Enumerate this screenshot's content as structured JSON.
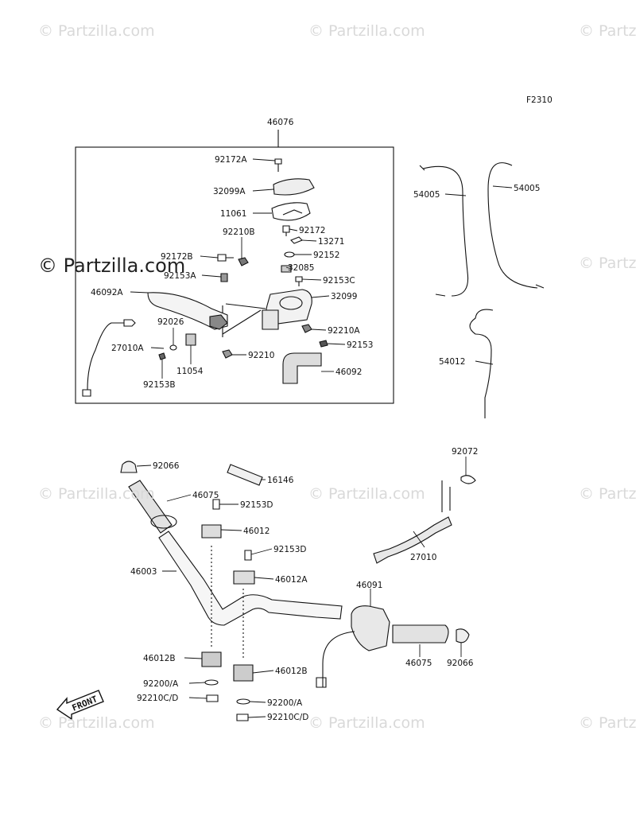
{
  "figure_code": "F2310",
  "watermark": "© Partzilla.com",
  "front_label": "FRONT",
  "labels": {
    "l46076": "46076",
    "l92172A": "92172A",
    "l32099A": "32099A",
    "l11061": "11061",
    "l92210B": "92210B",
    "l92172": "92172",
    "l13271": "13271",
    "l92172B": "92172B",
    "l92152": "92152",
    "l32085": "32085",
    "l92153A": "92153A",
    "l92153C": "92153C",
    "l46092A": "46092A",
    "l32099": "32099",
    "l92026": "92026",
    "l92210A": "92210A",
    "l27010A": "27010A",
    "l92153": "92153",
    "l92210": "92210",
    "l11054": "11054",
    "l46092": "46092",
    "l92153B": "92153B",
    "l54005a": "54005",
    "l54005b": "54005",
    "l54012": "54012",
    "l92066a": "92066",
    "l16146": "16146",
    "l92072": "92072",
    "l46075a": "46075",
    "l92153D1": "92153D",
    "l46012": "46012",
    "l92153D2": "92153D",
    "l27010": "27010",
    "l46003": "46003",
    "l46012A": "46012A",
    "l46091": "46091",
    "l46012Ba": "46012B",
    "l46012Bb": "46012B",
    "l46075b": "46075",
    "l92066b": "92066",
    "l92200a": "92200/A",
    "l92210Ca": "92210C/D",
    "l92200b": "92200/A",
    "l92210Cb": "92210C/D"
  }
}
